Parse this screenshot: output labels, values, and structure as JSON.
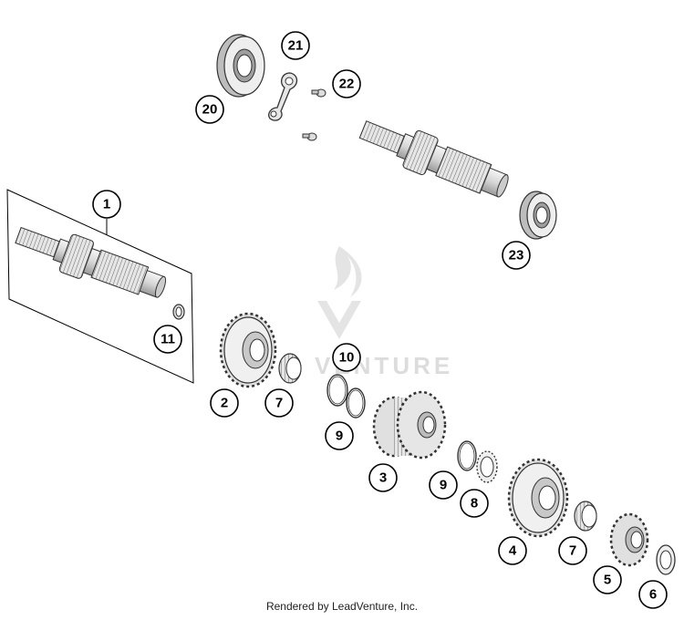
{
  "callouts": {
    "c1": "1",
    "c2": "2",
    "c3": "3",
    "c4": "4",
    "c5": "5",
    "c6": "6",
    "c7a": "7",
    "c7b": "7",
    "c8": "8",
    "c9a": "9",
    "c9b": "9",
    "c10": "10",
    "c11": "11",
    "c20": "20",
    "c21": "21",
    "c22": "22",
    "c23": "23"
  },
  "watermark": {
    "text": "VENTURE"
  },
  "footer": {
    "credit": "Rendered by LeadVenture, Inc."
  }
}
